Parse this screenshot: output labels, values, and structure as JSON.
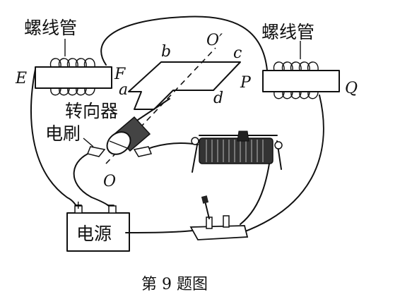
{
  "labels": {
    "solenoid_left": "螺线管",
    "solenoid_right": "螺线管",
    "E": "E",
    "F": "F",
    "P": "P",
    "Q": "Q",
    "a": "a",
    "b": "b",
    "c": "c",
    "d": "d",
    "O_prime": "O′",
    "O": "O",
    "commutator": "转向器",
    "brush": "电刷",
    "battery": "电源",
    "battery_plus": "+",
    "battery_minus": "−",
    "caption": "第 9 题图"
  }
}
